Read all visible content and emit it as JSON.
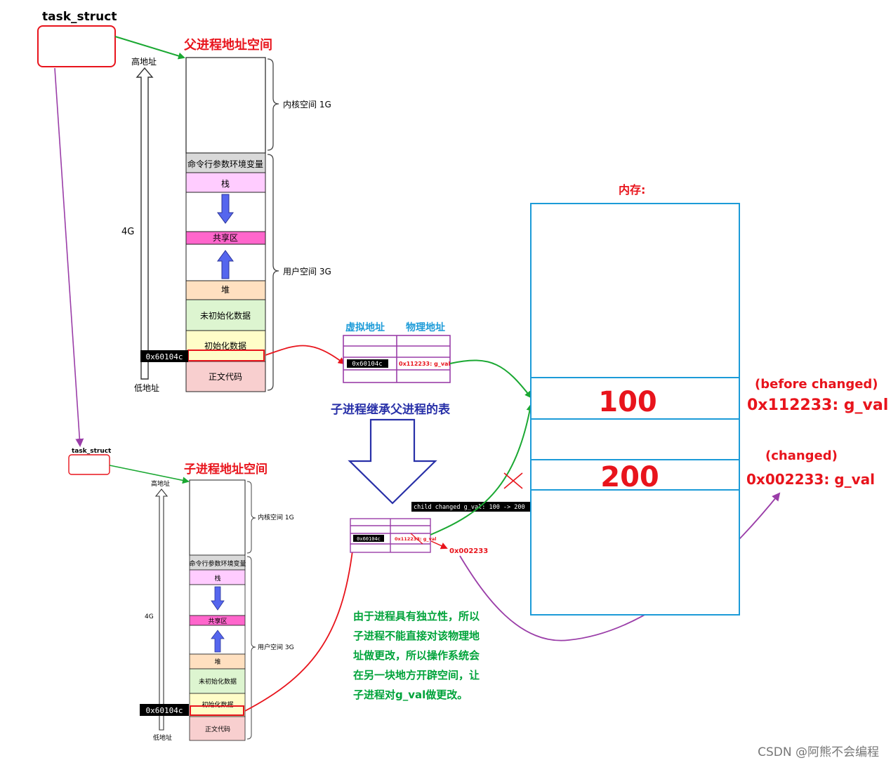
{
  "task_struct_top": "task_struct",
  "task_struct_bottom": "task_struct",
  "parent_title": "父进程地址空间",
  "child_title": "子进程地址空间",
  "memory_title": "内存:",
  "address_space": {
    "high_addr": "高地址",
    "low_addr": "低地址",
    "size_4g": "4G",
    "kernel_label": "内核空间 1G",
    "user_label": "用户空间 3G",
    "segments": {
      "cmdline_env": "命令行参数环境变量",
      "stack": "栈",
      "shared": "共享区",
      "heap": "堆",
      "bss": "未初始化数据",
      "data": "初始化数据",
      "text": "正文代码"
    }
  },
  "virtual_addr": "0x60104c",
  "page_table": {
    "col_virtual": "虚拟地址",
    "col_physical": "物理地址",
    "parent_physical": "0x112233: g_val",
    "child_physical": "0x112233: g_val"
  },
  "inherit_caption": "子进程继承父进程的表",
  "terminal_output": "child changed g_val: 100 -> 200",
  "new_physical": "0x002233",
  "memory": {
    "value_before": "100",
    "value_after": "200",
    "before_label": "(before changed)",
    "before_addr": "0x112233: g_val",
    "after_label": "(changed)",
    "after_addr": "0x002233: g_val"
  },
  "note_lines": [
    "由于进程具有独立性，所以",
    "子进程不能直接对该物理地",
    "址做更改，所以操作系统会",
    "在另一块地方开辟空间，让",
    "子进程对g_val做更改。"
  ],
  "watermark": "CSDN @阿熊不会编程",
  "colors": {
    "red": "#e8141c",
    "green": "#1aa832",
    "purple": "#9a3da8",
    "blue": "#1c9bd8",
    "navy": "#2830a8"
  }
}
